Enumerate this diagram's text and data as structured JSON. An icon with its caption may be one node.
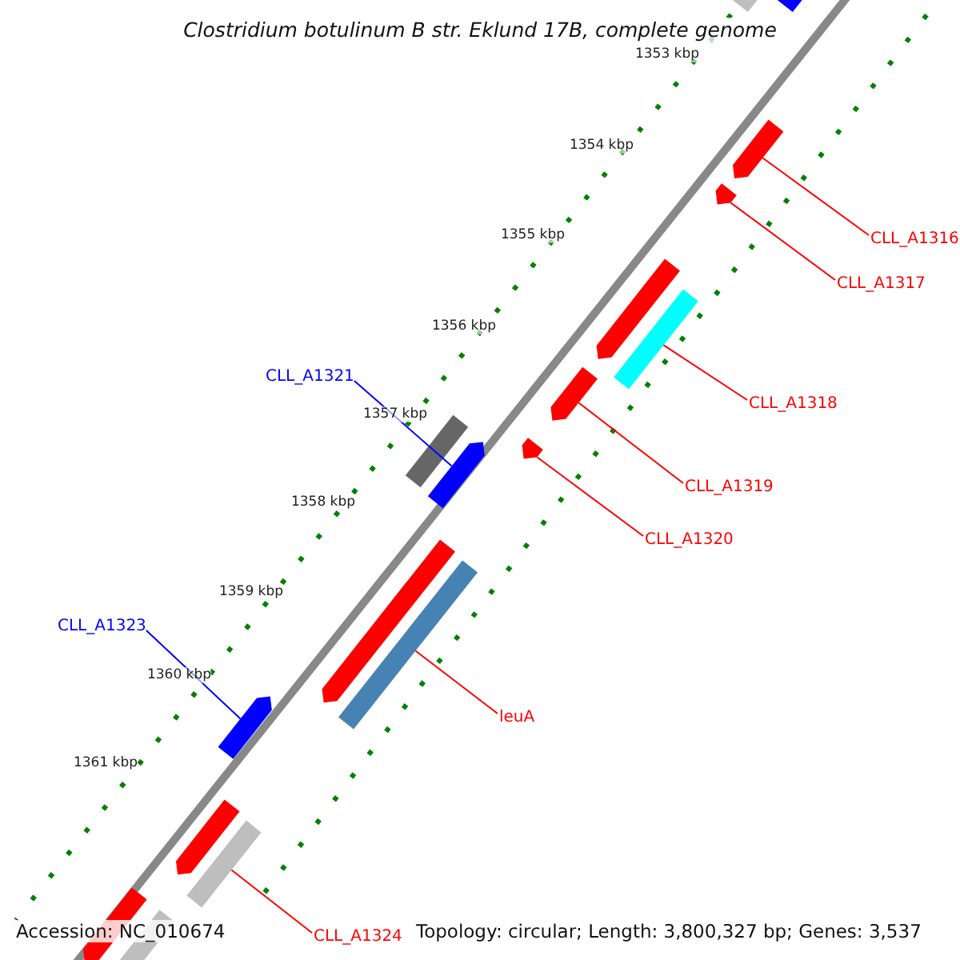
{
  "diagram": {
    "title": "Clostridium botulinum B str. Eklund 17B, complete genome",
    "nodes": [
      {
        "text": [],
        "shape": "bar"
      },
      {
        "text": [],
        "shape": "bar"
      },
      {
        "text": [],
        "shape": "bar"
      },
      {
        "text": [],
        "shape": "bar"
      },
      {
        "text": [],
        "shape": "bar"
      },
      {
        "text": [],
        "shape": "bar"
      },
      {
        "text": [],
        "shape": "bar"
      },
      {
        "text": [],
        "shape": "bar"
      },
      {
        "text": [],
        "shape": "bar"
      },
      {
        "text": [],
        "shape": "bar"
      },
      {
        "text": [],
        "shape": "bar"
      },
      {
        "text": [],
        "shape": "bar"
      },
      {
        "text": [],
        "shape": "bar"
      },
      {
        "text": [],
        "shape": "bar"
      },
      {
        "text": [],
        "shape": "bar"
      },
      {
        "text": [],
        "shape": "bar"
      },
      {
        "text": [],
        "shape": "bar"
      },
      {
        "text": [
          "CLL_A1316"
        ]
      },
      {
        "text": [
          "CLL_A1317"
        ]
      },
      {
        "text": [
          "CLL_A1318"
        ]
      },
      {
        "text": [
          "CLL_A1319"
        ]
      },
      {
        "text": [
          "CLL_A1320"
        ]
      },
      {
        "text": [
          "CLL_A1321"
        ]
      },
      {
        "text": [
          "CLL_A1323"
        ]
      },
      {
        "text": [
          "leuA"
        ]
      },
      {
        "text": [
          "CLL_A1324"
        ]
      }
    ],
    "edges": [
      {
        "from": 17,
        "to": 2,
        "arrow": "none"
      },
      {
        "from": 18,
        "to": 3,
        "arrow": "none"
      },
      {
        "from": 19,
        "to": 5,
        "arrow": "none"
      },
      {
        "from": 20,
        "to": 6,
        "arrow": "none"
      },
      {
        "from": 21,
        "to": 7,
        "arrow": "none"
      },
      {
        "from": 22,
        "to": 9,
        "arrow": "none",
        "color": "#0000ff"
      },
      {
        "from": 23,
        "to": 12,
        "arrow": "none",
        "color": "#0000ff"
      },
      {
        "from": 24,
        "to": 11,
        "arrow": "none"
      },
      {
        "from": 25,
        "to": 14,
        "arrow": "none"
      }
    ],
    "labels": [
      "1353 kbp",
      "1354 kbp",
      "1355 kbp",
      "1356 kbp",
      "1357 kbp",
      "1358 kbp",
      "1359 kbp",
      "1360 kbp",
      "1361 kbp",
      "Accession: NC_010674",
      "Topology: circular; Length: 3,800,327 bp; Genes: 3,537"
    ]
  }
}
